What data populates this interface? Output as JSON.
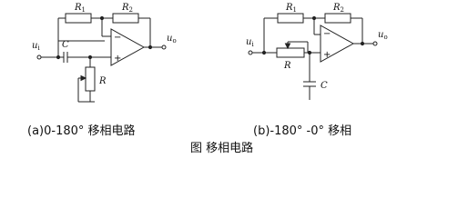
{
  "circuit_a": {
    "input_label": "u",
    "input_sub": "i",
    "output_label": "u",
    "output_sub": "o",
    "r1_label": "R",
    "r1_sub": "1",
    "r2_label": "R",
    "r2_sub": "2",
    "cap_label": "C",
    "pot_label": "R",
    "minus": "−",
    "plus": "+"
  },
  "circuit_b": {
    "input_label": "u",
    "input_sub": "i",
    "output_label": "u",
    "output_sub": "o",
    "r1_label": "R",
    "r1_sub": "1",
    "r2_label": "R",
    "r2_sub": "2",
    "pot_label": "R",
    "cap_label": "C",
    "minus": "−",
    "plus": "+"
  },
  "captions": {
    "a": "(a)0-180° 移相电路",
    "b": "(b)-180° -0° 移相",
    "figure": "图  移相电路"
  }
}
